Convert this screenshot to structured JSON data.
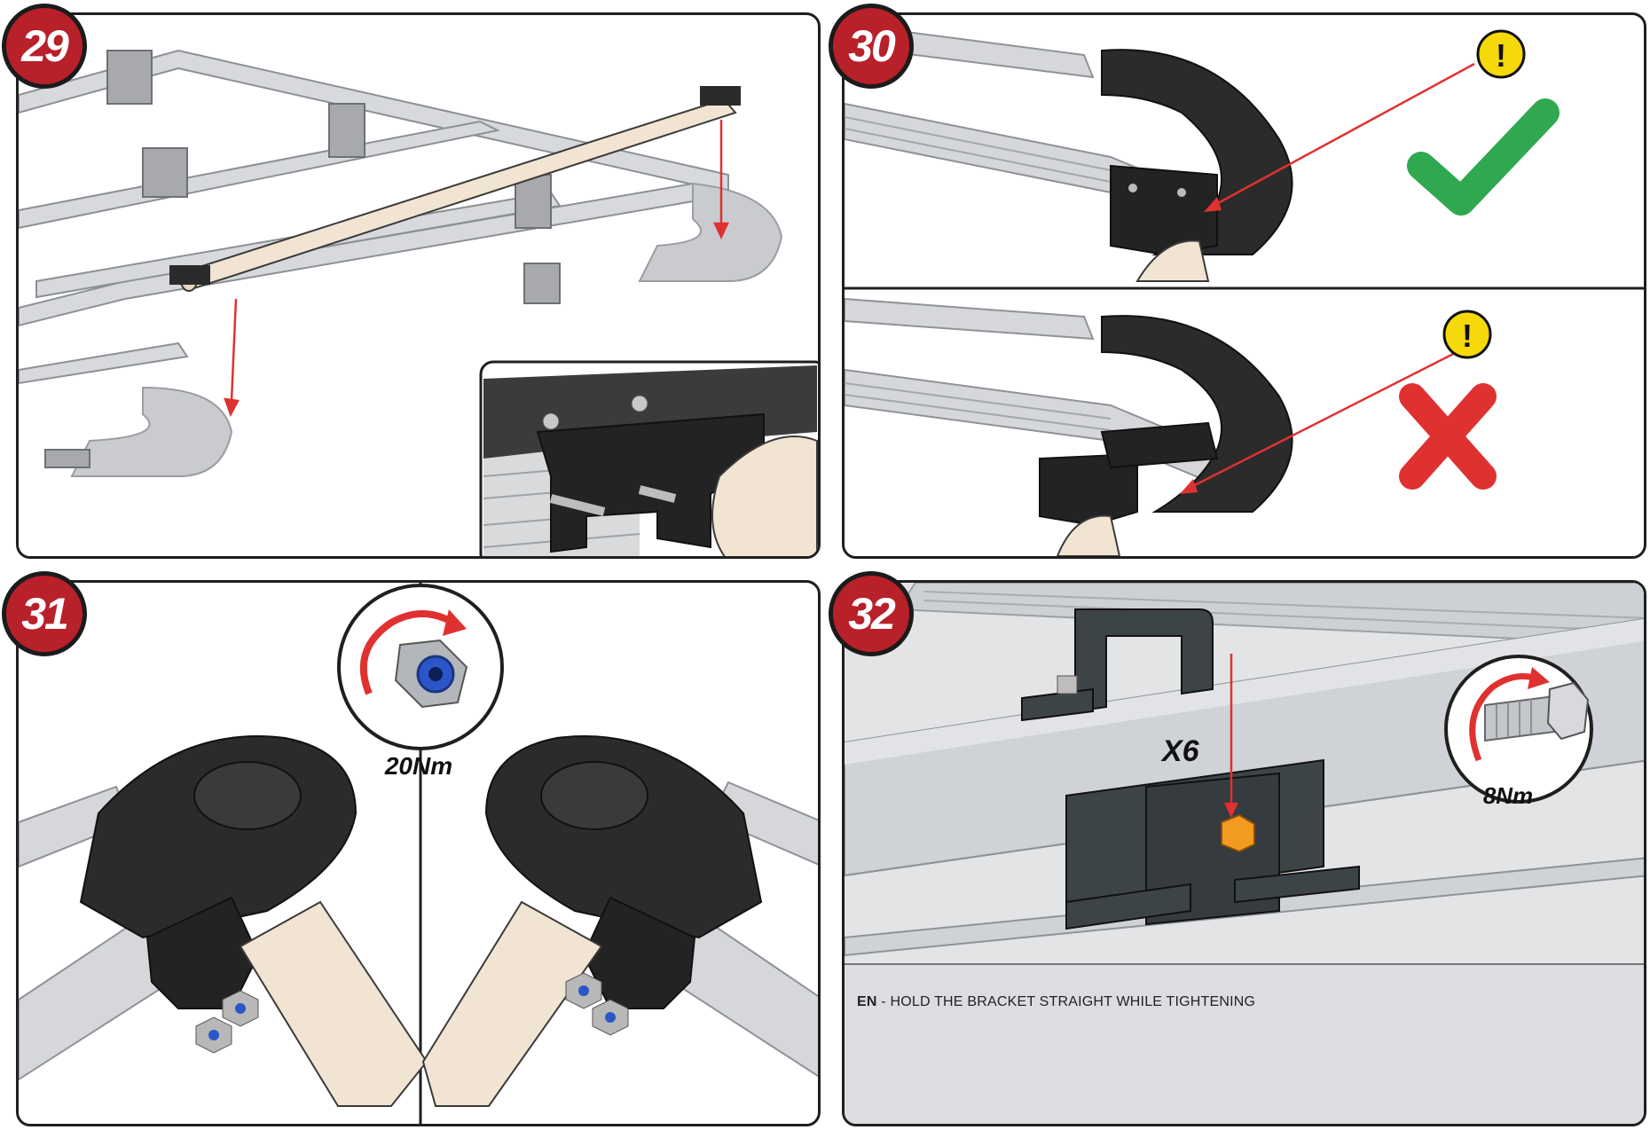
{
  "steps": {
    "s29": "29",
    "s30": "30",
    "s31": "31",
    "s32": "32"
  },
  "torque": {
    "nut": "20Nm",
    "bolt": "8Nm"
  },
  "quantity": "X6",
  "note": {
    "lang": "EN",
    "separator": " - ",
    "text": "HOLD THE BRACKET STRAIGHT WHILE TIGHTENING"
  },
  "colors": {
    "badge": "#b8202a",
    "arrow": "#e03131",
    "check": "#2fa84f",
    "cross": "#e03131",
    "warning": "#f5d90a",
    "tube": "#f1e4d2",
    "bracket": "#2b2b2b",
    "rail": "#c9ccd0",
    "nut_insert": "#2b56c8",
    "bolt_head": "#f39a21"
  },
  "icons": {
    "correct": "check-icon",
    "wrong": "cross-icon",
    "warn": "warning-icon",
    "rotate": "rotate-arrow-icon"
  }
}
